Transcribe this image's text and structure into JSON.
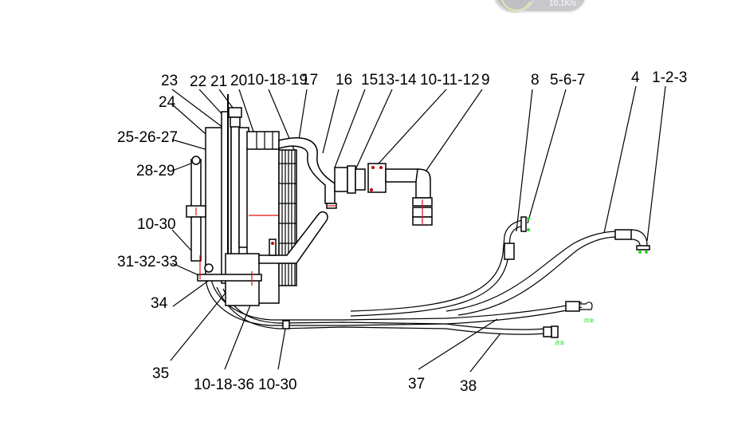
{
  "widget": {
    "name": "network-speed",
    "speed_text": "10.1K/s"
  },
  "diagram": {
    "title": "",
    "top_labels": [
      "23",
      "22",
      "21",
      "20",
      "10-18-19",
      "17",
      "16",
      "15",
      "13-14",
      "10-11-12",
      "9",
      "8",
      "5-6-7",
      "4",
      "1-2-3"
    ],
    "left_labels": [
      "24",
      "25-26-27",
      "28-29",
      "10-30",
      "31-32-33",
      "34"
    ],
    "bottom_labels": [
      "35",
      "10-18-36",
      "10-30",
      "37",
      "38"
    ],
    "port_marks": [
      "回油",
      "进油"
    ],
    "colors": {
      "line": "#000000",
      "centerline": "#e01010",
      "port_text": "#22dd22"
    }
  }
}
